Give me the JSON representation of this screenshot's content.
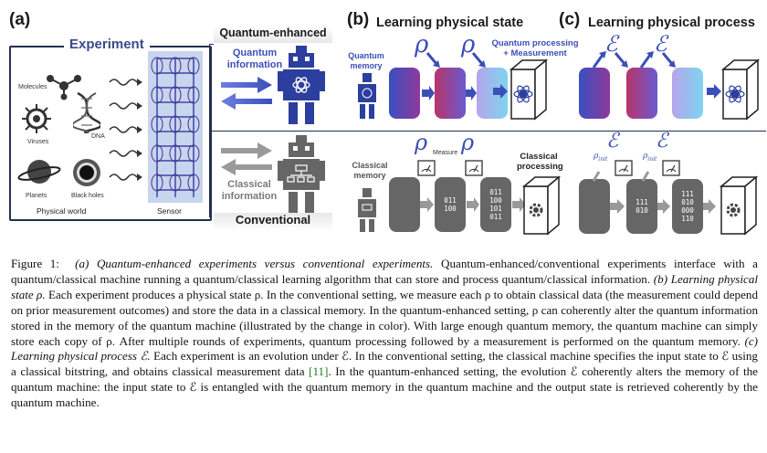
{
  "figure": {
    "panel_a": {
      "label": "(a)",
      "experiment_title": "Experiment",
      "objects": [
        "Molecules",
        "Viruses",
        "DNA",
        "Planets",
        "Black holes"
      ],
      "physical_world": "Physical world",
      "sensor": "Sensor",
      "quantum_enhanced": "Quantum-enhanced",
      "quantum_information": [
        "Quantum",
        "information"
      ],
      "conventional": "Conventional",
      "classical_information": [
        "Classical",
        "information"
      ]
    },
    "panel_b": {
      "label": "(b)",
      "title": "Learning physical state",
      "quantum_memory": [
        "Quantum",
        "memory"
      ],
      "processing": [
        "Quantum processing",
        "+ Measurement"
      ],
      "classical_memory": [
        "Classical",
        "memory"
      ],
      "measure": "Measure",
      "classical_processing": [
        "Classical",
        "processing"
      ],
      "bits_1": [
        "011",
        "100"
      ],
      "bits_2": [
        "011",
        "100",
        "101",
        "011"
      ]
    },
    "panel_c": {
      "label": "(c)",
      "title": "Learning physical process",
      "bits_1": [
        "111",
        "010"
      ],
      "bits_2": [
        "111",
        "010",
        "000",
        "110"
      ]
    },
    "symbols": {
      "rho": "ρ",
      "process": "ℰ",
      "rho_init": "ρ",
      "init_sub": "init"
    }
  },
  "caption": {
    "figure_label": "Figure 1:",
    "a_title": "(a) Quantum-enhanced experiments versus conventional experiments.",
    "a_text": "Quantum-enhanced/conventional experiments interface with a quantum/classical machine running a quantum/classical learning algorithm that can store and process quantum/classical information.",
    "b_title": "(b) Learning physical state ρ.",
    "b_text": "Each experiment produces a physical state ρ. In the conventional setting, we measure each ρ to obtain classical data (the measurement could depend on prior measurement outcomes) and store the data in a classical memory. In the quantum-enhanced setting, ρ can coherently alter the quantum information stored in the memory of the quantum machine (illustrated by the change in color). With large enough quantum memory, the quantum machine can simply store each copy of ρ. After multiple rounds of experiments, quantum processing followed by a measurement is performed on the quantum memory.",
    "c_title": "(c) Learning physical process ℰ.",
    "c_text_1": "Each experiment is an evolution under ℰ. In the conventional setting, the classical machine specifies the input state to ℰ using a classical bitstring, and obtains classical measurement data",
    "ref": "[11]",
    "c_text_2": ". In the quantum-enhanced setting, the evolution ℰ coherently alters the memory of the quantum machine: the input state to ℰ is entangled with the quantum memory in the quantum machine and the output state is retrieved coherently by the quantum machine."
  },
  "colors": {
    "quantum_blue": "#3b4fb8",
    "robot_blue": "#2c3f9e",
    "gray": "#7a7a7a",
    "dark_gray": "#5a5a5a",
    "sensor_bg": "#c8d5ee",
    "frame": "#22304f",
    "gradient_start": "#3a4fc0",
    "gradient_mid": "#c0305a",
    "gradient_end": "#7ed4f0"
  }
}
